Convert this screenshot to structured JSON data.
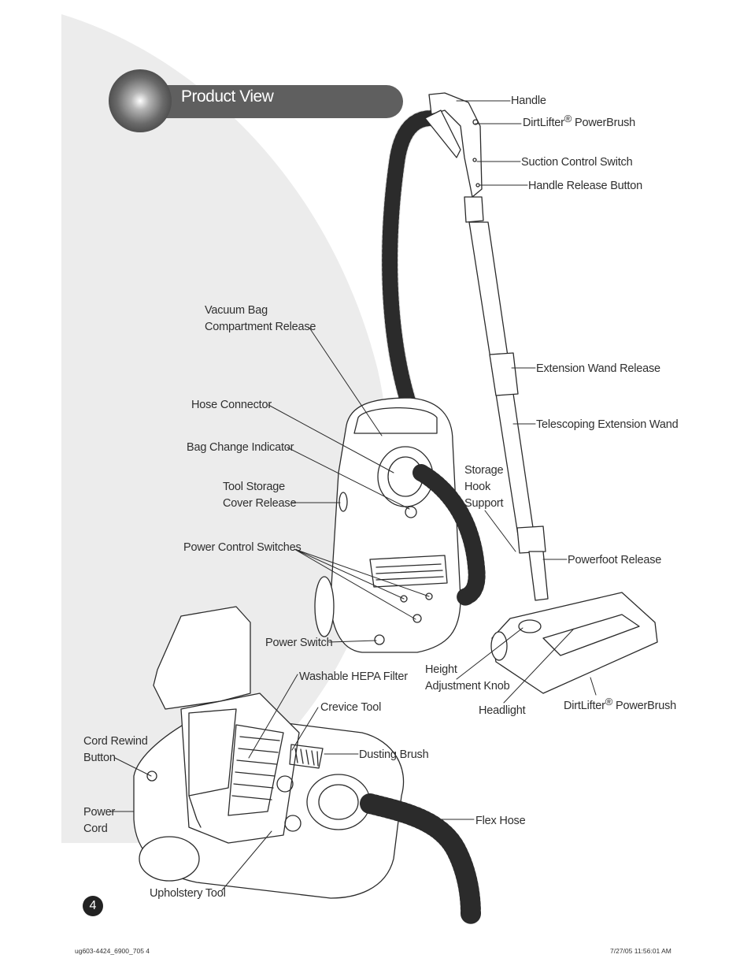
{
  "header": {
    "title": "Product View"
  },
  "labels": {
    "handle": "Handle",
    "dirtlifter_top_prefix": "DirtLifter",
    "registered_mark": "®",
    "powerbrush_word": " PowerBrush",
    "suction_control_switch": "Suction Control Switch",
    "handle_release_button": "Handle Release Button",
    "vacuum_bag_line1": "Vacuum Bag",
    "vacuum_bag_line2": "Compartment Release",
    "extension_wand_release": "Extension Wand Release",
    "hose_connector": "Hose Connector",
    "telescoping_extension_wand": "Telescoping Extension Wand",
    "bag_change_indicator": "Bag Change Indicator",
    "storage_hook_line1": "Storage",
    "storage_hook_line2": "Hook",
    "storage_hook_line3": "Support",
    "tool_storage_line1": "Tool Storage",
    "tool_storage_line2": "Cover Release",
    "power_control_switches": "Power Control Switches",
    "powerfoot_release": "Powerfoot Release",
    "power_switch": "Power Switch",
    "washable_hepa_filter": "Washable HEPA Filter",
    "height_line1": "Height",
    "height_line2": "Adjustment Knob",
    "headlight": "Headlight",
    "dirtlifter_bottom_prefix": "DirtLifter",
    "crevice_tool": "Crevice Tool",
    "cord_rewind_line1": "Cord Rewind",
    "cord_rewind_line2": "Button",
    "dusting_brush": "Dusting Brush",
    "power_cord_line1": "Power",
    "power_cord_line2": "Cord",
    "flex_hose": "Flex Hose",
    "upholstery_tool": "Upholstery Tool"
  },
  "page_number": "4",
  "footer": {
    "left": "ug603-4424_6900_705  4",
    "right": "7/27/05   11:56:01 AM"
  }
}
